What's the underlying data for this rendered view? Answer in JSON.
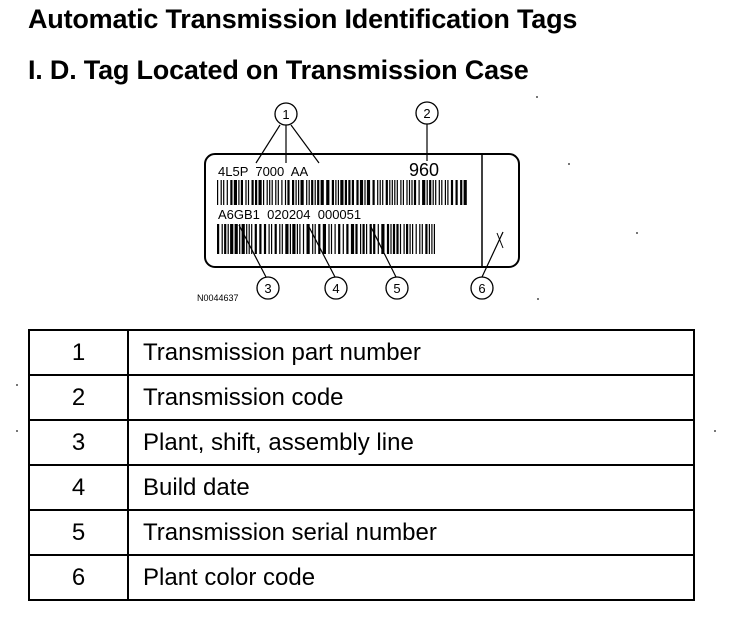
{
  "title": "Automatic Transmission Identification Tags",
  "subtitle": "I. D. Tag Located on Transmission Case",
  "tag": {
    "part_number": "4L5P  7000  AA",
    "code": "960",
    "line2": "A6GB1  020204  000051"
  },
  "figure_id": "N0044637",
  "callouts": [
    "1",
    "2",
    "3",
    "4",
    "5",
    "6"
  ],
  "legend": [
    {
      "num": "1",
      "label": "Transmission part number"
    },
    {
      "num": "2",
      "label": "Transmission code"
    },
    {
      "num": "3",
      "label": "Plant, shift, assembly line"
    },
    {
      "num": "4",
      "label": "Build date"
    },
    {
      "num": "5",
      "label": "Transmission serial number"
    },
    {
      "num": "6",
      "label": "Plant color code"
    }
  ]
}
